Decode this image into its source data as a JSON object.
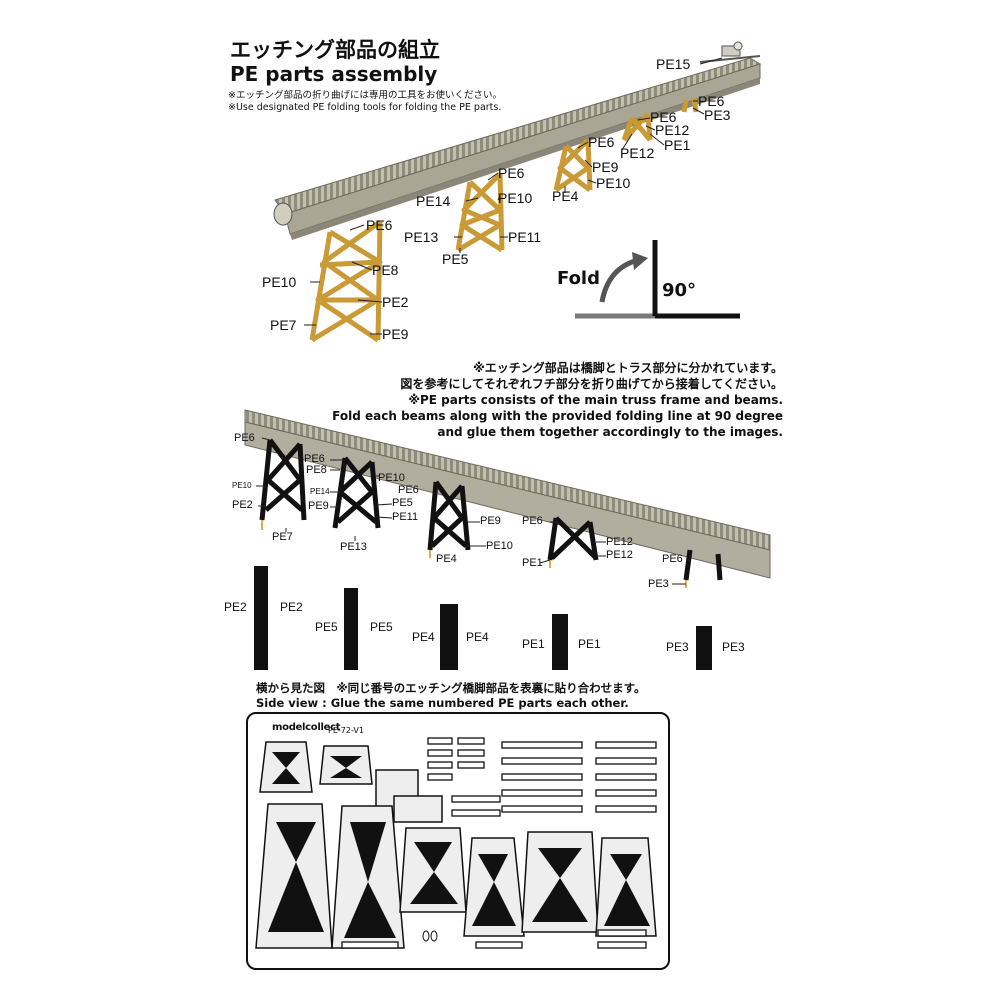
{
  "header": {
    "title_jp": "エッチング部品の組立",
    "title_en": "PE parts assembly",
    "note_jp": "※エッチング部品の折り曲げには専用の工具をお使いください。",
    "note_en": "※Use designated PE folding tools for folding the PE parts."
  },
  "fold_diagram": {
    "fold_label": "Fold",
    "angle_label": "90°"
  },
  "top_labels": {
    "pe15": "PE15",
    "r1_pe6": "PE6",
    "r1_pe3": "PE3",
    "r2_pe6": "PE6",
    "r2_pe12a": "PE12",
    "r2_pe1": "PE1",
    "r2_pe12b": "PE12",
    "r3_pe6": "PE6",
    "r3_pe9": "PE9",
    "r3_pe10": "PE10",
    "r3_pe4": "PE4",
    "r4_pe6": "PE6",
    "r4_pe14": "PE14",
    "r4_pe10": "PE10",
    "r4_pe13": "PE13",
    "r4_pe11": "PE11",
    "r4_pe5": "PE5",
    "r5_pe6": "PE6",
    "r5_pe10": "PE10",
    "r5_pe8": "PE8",
    "r5_pe2": "PE2",
    "r5_pe7": "PE7",
    "r5_pe9": "PE9"
  },
  "instructions": {
    "line1": "※エッチング部品は橋脚とトラス部分に分かれています。",
    "line2": "図を参考にしてそれぞれフチ部分を折り曲げてから接着してください。",
    "line3": "※PE parts consists of the main truss frame and beams.",
    "line4": "Fold each beams along with the provided folding line at 90 degree",
    "line5": "and glue them together accordingly to the images."
  },
  "mid_labels": {
    "a_pe6": "PE6",
    "a_pe10": "PE10",
    "a_pe2": "PE2",
    "a_pe7": "PE7",
    "b_pe6": "PE6",
    "b_pe8": "PE8",
    "b_pe14": "PE14",
    "b_pe9": "PE9",
    "b_pe13": "PE13",
    "b_pe10": "PE10",
    "b_pe6b": "PE6",
    "b_pe5": "PE5",
    "b_pe11": "PE11",
    "c_pe9": "PE9",
    "c_pe10": "PE10",
    "c_pe4": "PE4",
    "d_pe6": "PE6",
    "d_pe12a": "PE12",
    "d_pe12b": "PE12",
    "d_pe1": "PE1",
    "e_pe6": "PE6",
    "e_pe3": "PE3"
  },
  "side_view": {
    "pairs": [
      {
        "left": "PE2",
        "right": "PE2"
      },
      {
        "left": "PE5",
        "right": "PE5"
      },
      {
        "left": "PE4",
        "right": "PE4"
      },
      {
        "left": "PE1",
        "right": "PE1"
      },
      {
        "left": "PE3",
        "right": "PE3"
      }
    ],
    "caption_jp": "横から見た図　※同じ番号のエッチング橋脚部品を表裏に貼り合わせます。",
    "caption_en": "Side view : Glue the same numbered PE parts each other."
  },
  "fret": {
    "brand": "modelcollect",
    "code": "PE-72-V1"
  },
  "colors": {
    "truss_yellow": "#dcb050",
    "beam_grey": "#b9b6a6",
    "fret_black": "#111111"
  }
}
